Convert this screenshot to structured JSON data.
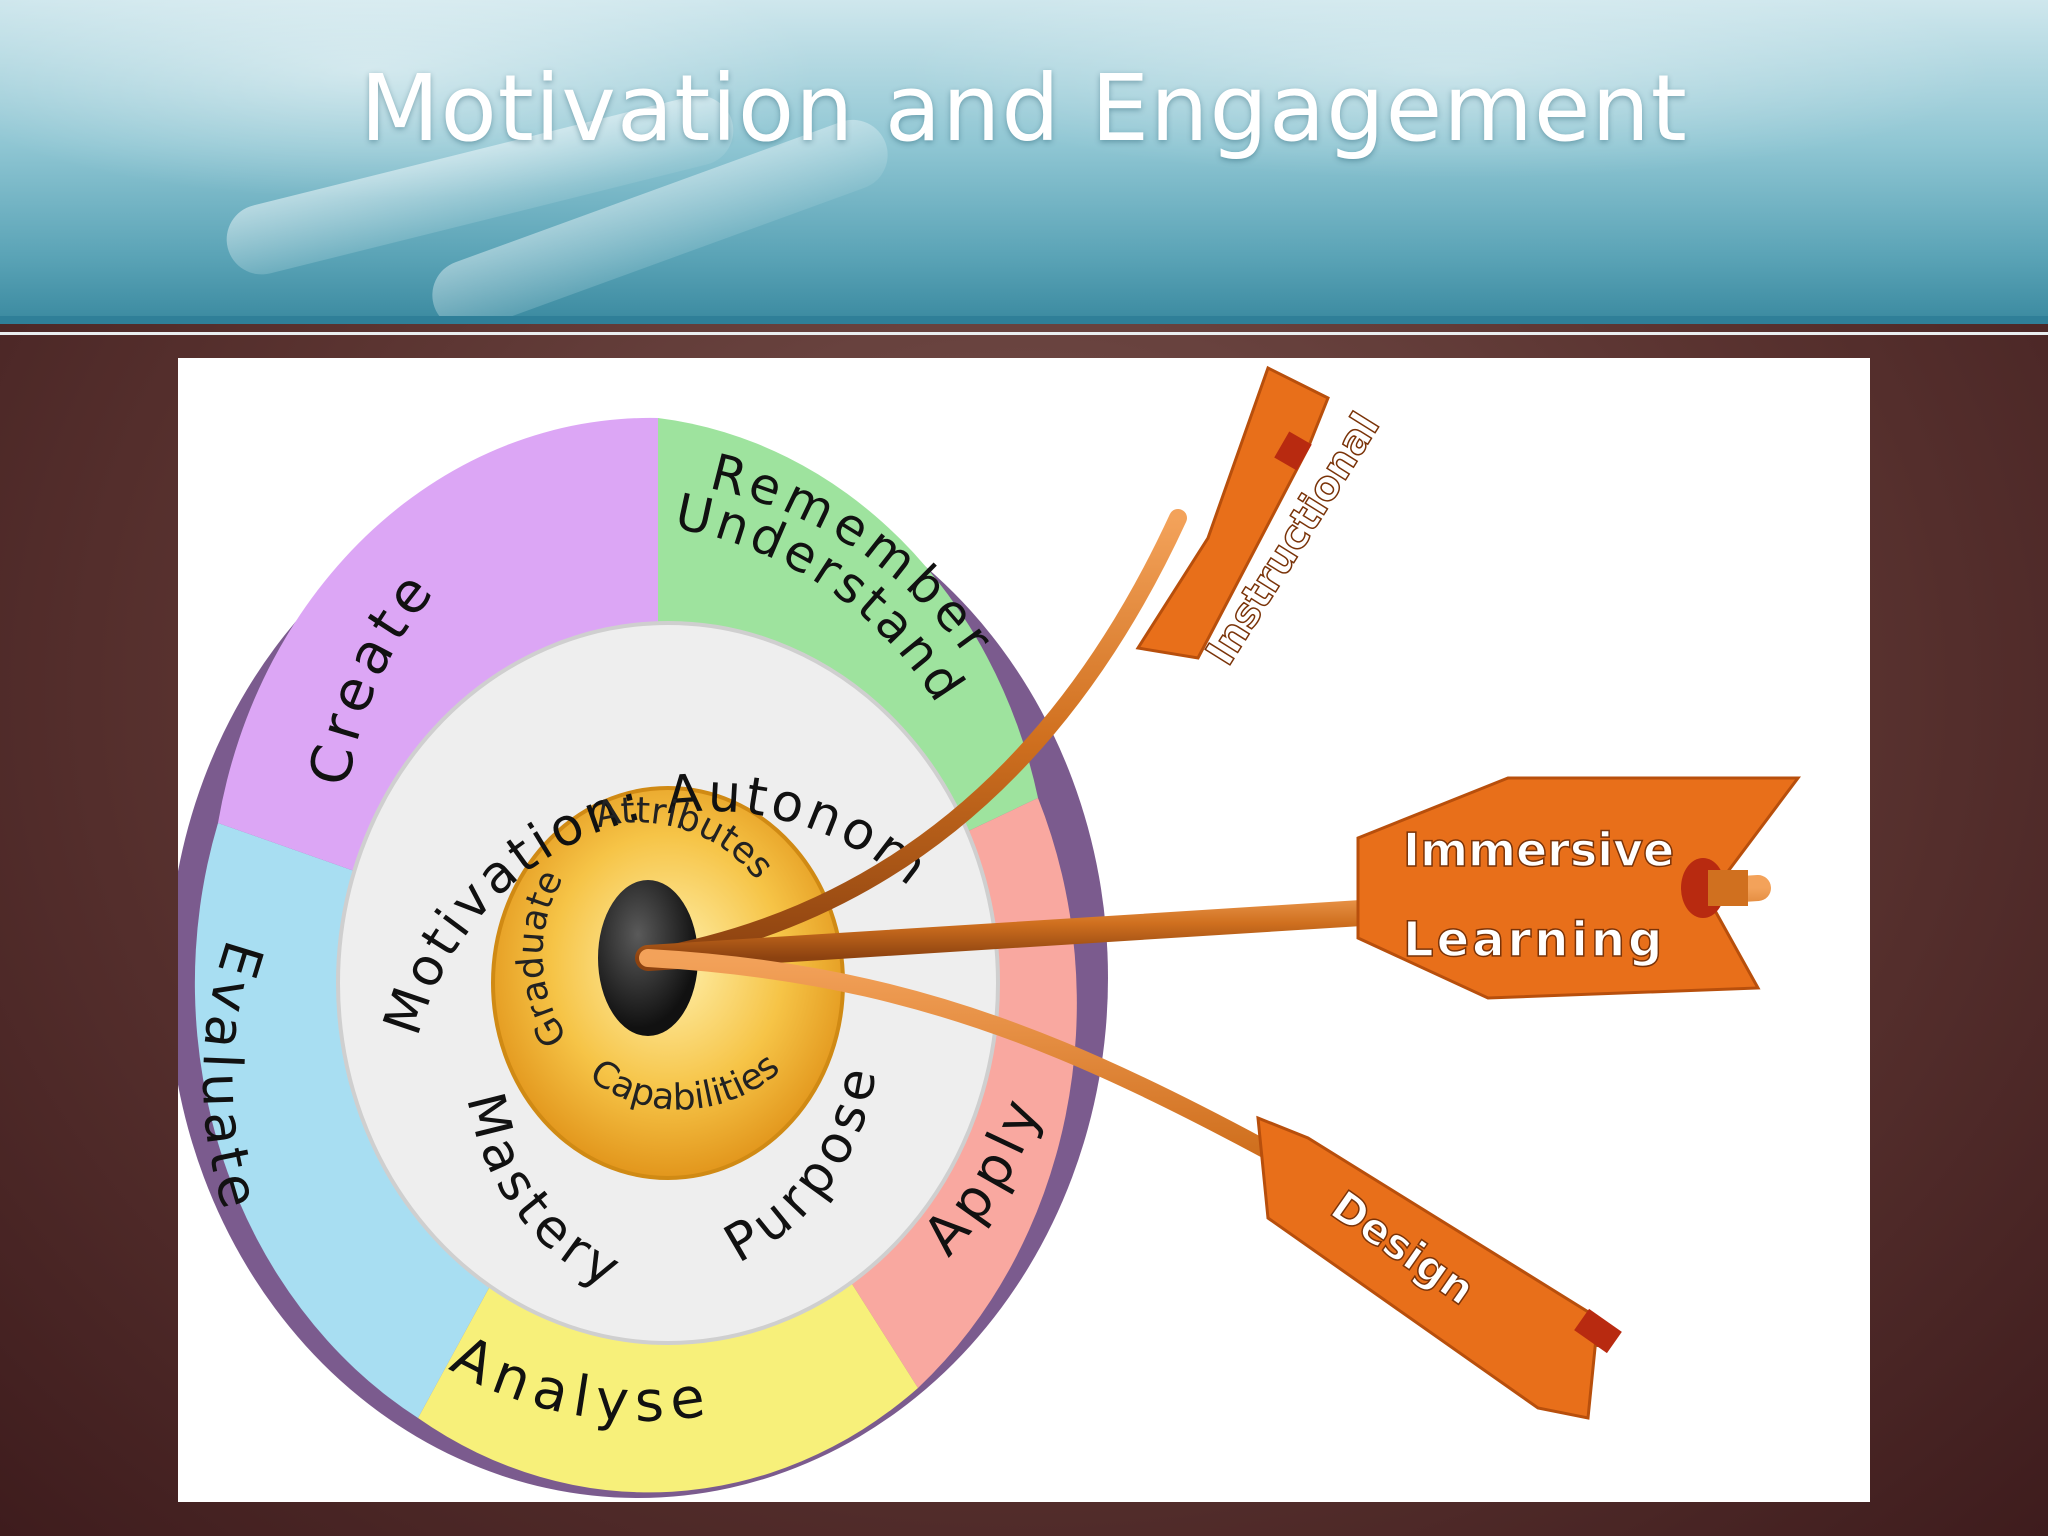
{
  "slide": {
    "title": "Motivation and Engagement"
  },
  "diagram": {
    "outer_ring": [
      {
        "label": "Remember",
        "color": "#9ee39e"
      },
      {
        "label": "Understand",
        "color": "#9ee39e"
      },
      {
        "label": "Apply",
        "color": "#f9a8a0"
      },
      {
        "label": "Analyse",
        "color": "#f7f07a"
      },
      {
        "label": "Evaluate",
        "color": "#a8def2"
      },
      {
        "label": "Create",
        "color": "#dca6f5"
      }
    ],
    "middle_ring": {
      "motivation": "Motivation: Autonomy",
      "mastery": "Mastery",
      "purpose": "Purpose"
    },
    "inner_ring": {
      "top": "Attributes",
      "left": "Graduate",
      "bottom": "Capabilities"
    },
    "arrows": {
      "top": "Instructional",
      "middle_1": "Immersive",
      "middle_2": "Learning",
      "bottom": "Design"
    },
    "colors": {
      "arrow": "#e86f1a",
      "arrow_dark": "#b84f0c",
      "inner_gold": "#f3b42e",
      "middle_ring": "#eeeeee"
    }
  }
}
